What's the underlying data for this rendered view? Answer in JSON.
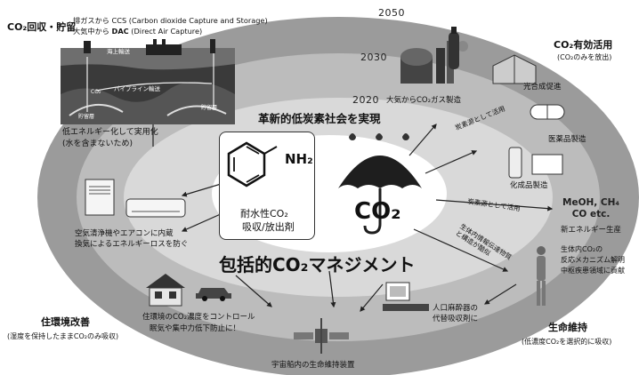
{
  "top_right_ccs": {
    "line1": "排ガスから CCS (Carbon dioxide Capture and Storage)",
    "line2_prefix": "大気中から ",
    "line2_bold": "DAC",
    "line2_suffix": " (Direct Air Capture)"
  },
  "ccs_panel": {
    "ship_label": "海上輸送",
    "pipeline_label": "パイプライン輸送",
    "reservoir_left": "貯留層",
    "reservoir_right": "貯留層",
    "co2_mark": "CO₂"
  },
  "capture": {
    "heading": "CO₂回収・貯留",
    "note_line1": "低エネルギー化して実用化",
    "note_line2": "(水を含まないため)"
  },
  "years": {
    "y2050": "2050",
    "y2030": "2030",
    "y2020": "2020"
  },
  "effective_use": {
    "heading": "CO₂有効活用",
    "subheading": "(CO₂のみを放出)"
  },
  "right_items": {
    "gas_production": "大気からCO₂ガス製造",
    "photosynthesis": "光合成促進",
    "carbon_source": "炭素源として活用",
    "pharma": "医薬品製造",
    "chemicals": "化成品製造",
    "carbon_source2": "炭素源として活用",
    "fuels": "MeOH, CH₄\nCO etc.",
    "new_energy": "新エネルギー生産"
  },
  "center": {
    "slogan": "革新的低炭素社会を実現",
    "amine_label": "NH₂",
    "absorbent_line1": "耐水性CO₂",
    "absorbent_line2": "吸収/放出剤",
    "umbrella_label": "CO₂",
    "main_title": "包括的CO₂マネジメント"
  },
  "living": {
    "air_purifier_line1": "空気清浄機やエアコンに内蔵",
    "air_purifier_line2": "換気によるエネルギーロスを防ぐ",
    "control_line1": "住環境のCO₂濃度をコントロール",
    "control_line2": "眠気や集中力低下防止に！",
    "heading": "住環境改善",
    "subheading": "(湿度を保持したままCO₂のみ吸収)"
  },
  "life_support": {
    "mechanism_line1": "生体内CO₂の",
    "mechanism_line2": "反応メカニズム解明",
    "mechanism_line3": "中枢疾患領域に貢献",
    "blood_transport": "生体内情報伝達物質\nと構造が酷似",
    "anesthesia_line1": "人口麻酔器の",
    "anesthesia_line2": "代替吸収剤に",
    "heading": "生命維持",
    "subheading": "(低濃度CO₂を選択的に吸収)",
    "spacecraft": "宇宙船内の生命維持装置"
  }
}
